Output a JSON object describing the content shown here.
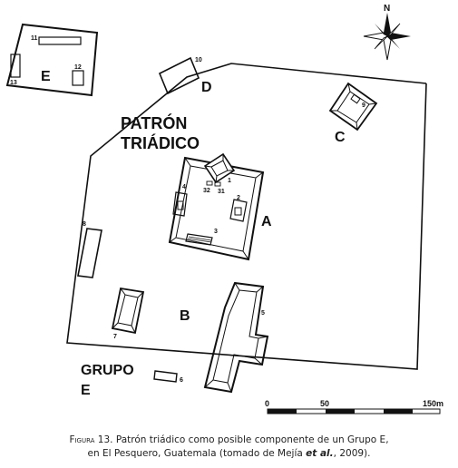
{
  "map": {
    "north_label": "N",
    "title_line1": "PATRÓN",
    "title_line2": "TRIÁDICO",
    "group_line1": "GRUPO",
    "group_line2": "E",
    "letters": {
      "A": "A",
      "B": "B",
      "C": "C",
      "D": "D",
      "E": "E"
    },
    "numbers": {
      "n1": "1",
      "n2": "2",
      "n3": "3",
      "n4": "4",
      "n5": "5",
      "n6": "6",
      "n7": "7",
      "n8": "8",
      "n9": "9",
      "n10": "10",
      "n11": "11",
      "n12": "12",
      "n13": "13",
      "n31": "31",
      "n32": "32"
    },
    "scale": {
      "tick0": "0",
      "tick1": "50",
      "tick2": "150m"
    }
  },
  "caption": {
    "fig_label": "Figura 13.",
    "line1": " Patrón triádico como posible componente de un Grupo E,",
    "line2_a": "en El Pesquero, Guatemala (tomado de Mejía ",
    "line2_etal": "et al.",
    "line2_b": ", 2009)."
  }
}
